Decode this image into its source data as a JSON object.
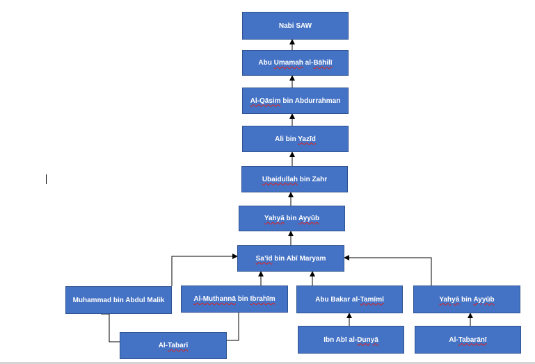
{
  "diagram": {
    "nodes": [
      {
        "id": "nabi-saw",
        "parts": [
          {
            "text": "Nabi SAW",
            "flag": false
          }
        ]
      },
      {
        "id": "abu-umamah",
        "parts": [
          {
            "text": "Abu ",
            "flag": false
          },
          {
            "text": "Umamah",
            "flag": true
          },
          {
            "text": " al-",
            "flag": false
          },
          {
            "text": "Bāhilī",
            "flag": true
          }
        ]
      },
      {
        "id": "al-qasim",
        "parts": [
          {
            "text": "Al-Qāsim",
            "flag": true
          },
          {
            "text": " bin Abdurrahman",
            "flag": false
          }
        ]
      },
      {
        "id": "ali-bin-yazid",
        "parts": [
          {
            "text": "Ali bin ",
            "flag": false
          },
          {
            "text": "Yazīd",
            "flag": true
          }
        ]
      },
      {
        "id": "ubaidullah",
        "parts": [
          {
            "text": "Ubaidullah",
            "flag": true
          },
          {
            "text": " bin Zahr",
            "flag": false
          }
        ]
      },
      {
        "id": "yahya-1",
        "parts": [
          {
            "text": "Yahyā",
            "flag": true
          },
          {
            "text": " bin ",
            "flag": false
          },
          {
            "text": "Ayyūb",
            "flag": true
          }
        ]
      },
      {
        "id": "said",
        "parts": [
          {
            "text": "Sa’īd",
            "flag": true
          },
          {
            "text": " bin Abī Maryam",
            "flag": false
          }
        ]
      },
      {
        "id": "muhammad",
        "parts": [
          {
            "text": "Muhammad bin Abdul Malik",
            "flag": false
          }
        ]
      },
      {
        "id": "al-muthanna",
        "parts": [
          {
            "text": "Al-Muthannā",
            "flag": true
          },
          {
            "text": " bin ",
            "flag": false
          },
          {
            "text": "Ibrahīm",
            "flag": true
          }
        ]
      },
      {
        "id": "abu-bakar",
        "parts": [
          {
            "text": "Abu Bakar al-",
            "flag": false
          },
          {
            "text": "Tamīmī",
            "flag": true
          }
        ]
      },
      {
        "id": "yahya-2",
        "parts": [
          {
            "text": "Yahyā",
            "flag": true
          },
          {
            "text": " bin ",
            "flag": false
          },
          {
            "text": "Ayyūb",
            "flag": true
          }
        ]
      },
      {
        "id": "al-tabari",
        "parts": [
          {
            "text": "Al-",
            "flag": false
          },
          {
            "text": "Tabarī",
            "flag": true
          }
        ]
      },
      {
        "id": "ibn-abi",
        "parts": [
          {
            "text": "Ibn Abī al-",
            "flag": false
          },
          {
            "text": "Dunyā",
            "flag": true
          }
        ]
      },
      {
        "id": "al-tabarani",
        "parts": [
          {
            "text": "Al-",
            "flag": false
          },
          {
            "text": "Tabarānī",
            "flag": true
          }
        ]
      }
    ],
    "edges": [
      {
        "from": "abu-umamah",
        "to": "nabi-saw",
        "arrow": true
      },
      {
        "from": "al-qasim",
        "to": "abu-umamah",
        "arrow": true
      },
      {
        "from": "ali-bin-yazid",
        "to": "al-qasim",
        "arrow": true
      },
      {
        "from": "ubaidullah",
        "to": "ali-bin-yazid",
        "arrow": true
      },
      {
        "from": "yahya-1",
        "to": "ubaidullah",
        "arrow": true
      },
      {
        "from": "said",
        "to": "yahya-1",
        "arrow": true
      },
      {
        "from": "muhammad",
        "to": "said",
        "arrow": true
      },
      {
        "from": "al-muthanna",
        "to": "said",
        "arrow": true
      },
      {
        "from": "abu-bakar",
        "to": "said",
        "arrow": true
      },
      {
        "from": "yahya-2",
        "to": "said",
        "arrow": true
      },
      {
        "from": "al-tabari",
        "to": "muhammad",
        "arrow": false
      },
      {
        "from": "al-tabari",
        "to": "al-muthanna",
        "arrow": false
      },
      {
        "from": "ibn-abi",
        "to": "abu-bakar",
        "arrow": true
      },
      {
        "from": "al-tabarani",
        "to": "yahya-2",
        "arrow": true
      }
    ]
  },
  "colors": {
    "node_fill": "#4472c4",
    "node_border": "#2f528f",
    "node_text": "#ffffff",
    "connector": "#000000",
    "spellcheck_underline": "#e02020"
  }
}
